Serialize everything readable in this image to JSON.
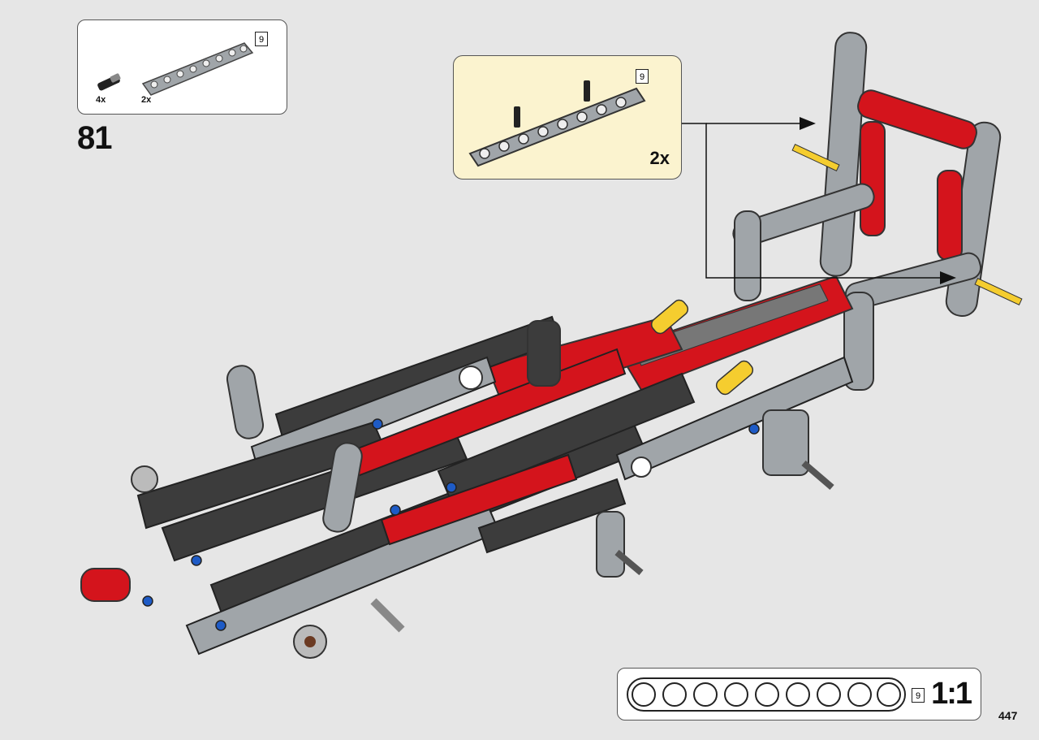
{
  "parts_list": {
    "items": [
      {
        "quantity": "4x",
        "part": "axle-connector-pin"
      },
      {
        "quantity": "2x",
        "part": "liftarm-beam",
        "length": "9"
      }
    ]
  },
  "step_number": "81",
  "callout": {
    "beam_length": "9",
    "multiplier": "2x"
  },
  "scale_reference": {
    "beam_length": "9",
    "scale": "1:1"
  },
  "page_number": "447",
  "colors": {
    "background": "#e6e6e6",
    "callout_background": "#fbf3cf",
    "red": "#d4141c",
    "light_gray": "#a0a5a9",
    "dark_gray": "#3c3c3c",
    "yellow": "#f5cd2f",
    "arrow": "#111111"
  }
}
